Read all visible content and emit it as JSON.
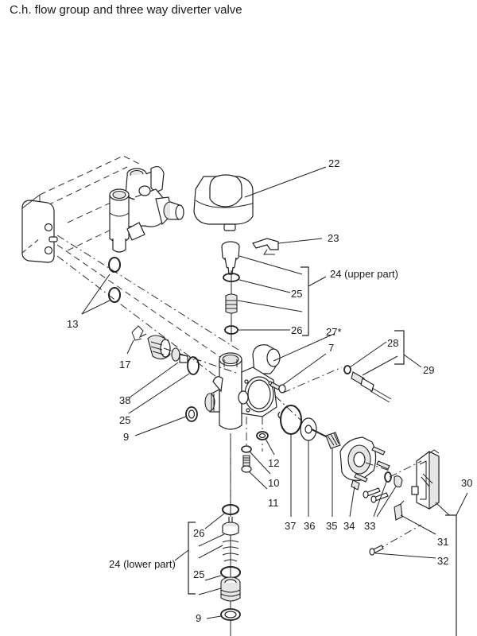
{
  "title": "C.h. flow group and three way diverter valve",
  "labels": {
    "l22": "22",
    "l23": "23",
    "l24u": "24 (upper part)",
    "l25a": "25",
    "l26a": "26",
    "l27": "27*",
    "l7": "7",
    "l28": "28",
    "l29": "29",
    "l13": "13",
    "l17": "17",
    "l38": "38",
    "l25b": "25",
    "l9a": "9",
    "l12": "12",
    "l10": "10",
    "l11": "11",
    "l37": "37",
    "l36": "36",
    "l35": "35",
    "l34": "34",
    "l33": "33",
    "l30": "30",
    "l31": "31",
    "l32": "32",
    "l26b": "26",
    "l24l": "24 (lower part)",
    "l25c": "25",
    "l9b": "9"
  }
}
